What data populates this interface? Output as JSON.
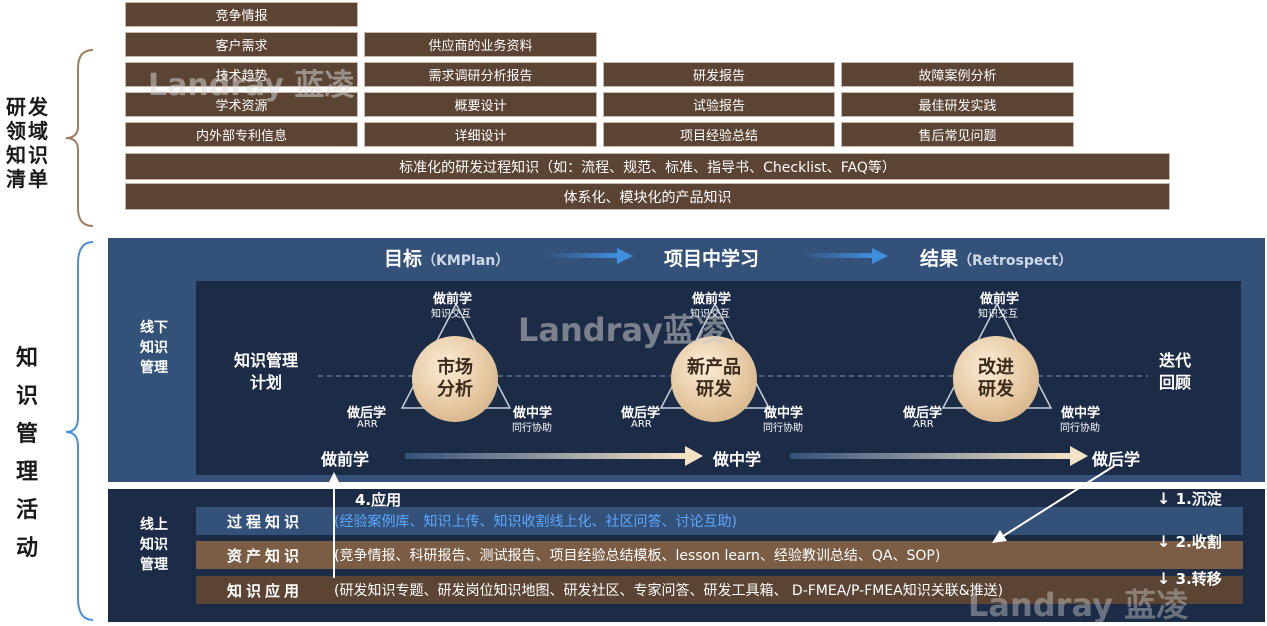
{
  "top_list": {
    "side_label": "研发领域知识清单",
    "col1": [
      "竞争情报",
      "客户需求",
      "技术趋势",
      "学术资源",
      "内外部专利信息"
    ],
    "col2": [
      "供应商的业务资料",
      "需求调研分析报告",
      "概要设计",
      "详细设计"
    ],
    "col3": [
      "研发报告",
      "试验报告",
      "项目经验总结"
    ],
    "col4": [
      "故障案例分析",
      "最佳研发实践",
      "售后常见问题"
    ],
    "wide1": "标准化的研发过程知识（如：流程、规范、标准、指导书、Checklist、FAQ等）",
    "wide2": "体系化、模块化的产品知识"
  },
  "activity": {
    "side_label": "知识管理活动",
    "flow": {
      "goal": "目标",
      "goal_en": "（KMPlan）",
      "middle": "项目中学习",
      "result": "结果",
      "result_en": "（Retrospect）"
    },
    "offline": {
      "label": "线下知识管理",
      "plan": "知识管理计划",
      "review": "迭代回顾",
      "cycles": [
        {
          "center": "市场分析",
          "top": "做前学",
          "top_sub": "知识交互",
          "left": "做后学",
          "left_sub": "ARR",
          "right": "做中学",
          "right_sub": "同行协助"
        },
        {
          "center": "新产品研发",
          "top": "做前学",
          "top_sub": "知识交互",
          "left": "做后学",
          "left_sub": "ARR",
          "right": "做中学",
          "right_sub": "同行协助"
        },
        {
          "center": "改进研发",
          "top": "做前学",
          "top_sub": "知识交互",
          "left": "做后学",
          "left_sub": "ARR",
          "right": "做中学",
          "right_sub": "同行协助"
        }
      ],
      "phases": [
        "做前学",
        "做中学",
        "做后学"
      ]
    },
    "online": {
      "label": "线上知识管理",
      "apply_label": "4.应用",
      "rows": [
        {
          "title": "过程知识",
          "desc": "(经验案例库、知识上传、知识收割线上化、社区问答、讨论互助)"
        },
        {
          "title": "资产知识",
          "desc": "(竞争情报、科研报告、测试报告、项目经验总结模板、lesson learn、经验教训总结、QA、SOP)"
        },
        {
          "title": "知识应用",
          "desc": "(研发知识专题、研发岗位知识地图、研发社区、专家问答、研发工具箱、 D-FMEA/P-FMEA知识关联&推送)"
        }
      ],
      "steps": [
        "1.沉淀",
        "2.收割",
        "3.转移"
      ]
    }
  },
  "watermark": {
    "latin": "Landray",
    "cn": "蓝凌"
  },
  "colors": {
    "brown": "#5b4434",
    "navy": "#1c2c46",
    "steel": "#34517a",
    "arrow_blue": "#3f8fe0",
    "gold": "#e4c7a0"
  }
}
